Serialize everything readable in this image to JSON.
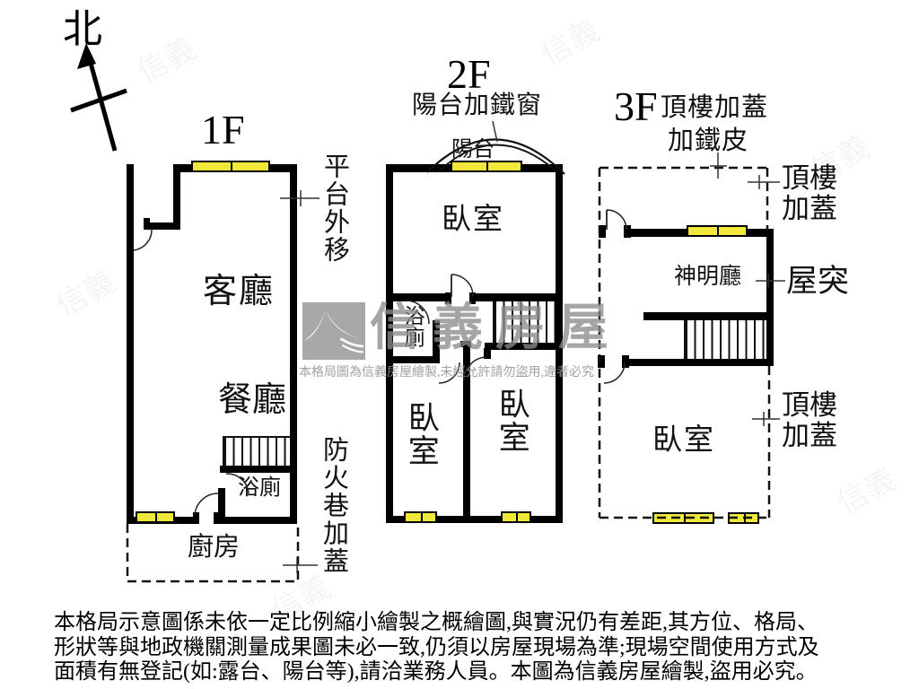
{
  "compass": {
    "north_label": "北"
  },
  "floor1": {
    "title": "1F",
    "living_room": "客廳",
    "dining_room": "餐廳",
    "bathroom": "浴廁",
    "kitchen": "廚房",
    "platform_note": "平台外移",
    "firelane_note": "防火巷加蓋"
  },
  "floor2": {
    "title": "2F",
    "subtitle": "陽台加鐵窗",
    "balcony": "陽台",
    "bedroom_top": "臥室",
    "bathroom": "浴廁",
    "bedroom_left": "臥室",
    "bedroom_right": "臥室"
  },
  "floor3": {
    "title": "3F",
    "rooftop_note": "頂樓加蓋",
    "metal_sheet_note": "加鐵皮",
    "shrine_hall": "神明廳",
    "bedroom": "臥室",
    "rooftop_upper_note": "頂樓加蓋",
    "roof_protrusion": "屋突",
    "rooftop_lower_note": "頂樓加蓋"
  },
  "watermark": {
    "brand": "信義房屋",
    "notice": "本格局圖為信義房屋繪製,未經允許請勿盜用,違者必究"
  },
  "disclaimer": {
    "line1": "本格局示意圖係未依一定比例縮小繪製之概繪圖,與實況仍有差距,其方位、格局、",
    "line2": "形狀等與地政機關測量成果圖未必一致,仍須以房屋現場為準;現場空間使用方式及",
    "line3": "面積有無登記(如:露台、陽台等),請洽業務人員。本圖為信義房屋繪製,盜用必究。"
  },
  "colors": {
    "wall": "#000000",
    "window_fill": "#F0E93C",
    "watermark_gray": "#9C9C9C"
  }
}
